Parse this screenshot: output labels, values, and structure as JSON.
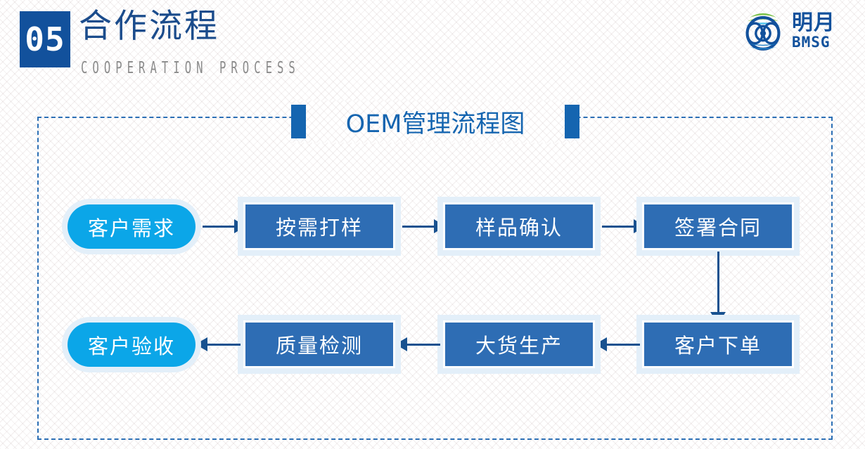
{
  "header": {
    "number": "05",
    "title": "合作流程",
    "subtitle": "COOPERATION PROCESS",
    "accent_color": "#12519C"
  },
  "logo": {
    "name_cn": "明月",
    "name_en": "BMSG",
    "mark_icon": "globe-rings-icon",
    "colors": {
      "blue": "#12519C",
      "mid_blue": "#1C7BC4",
      "light_blue": "#4FC3EC",
      "green": "#7CC24A"
    }
  },
  "flow": {
    "title": "OEM管理流程图",
    "title_color": "#1565B0",
    "panel_border_color": "#2C6FB5",
    "pill_color": "#0BA6E8",
    "rect_color": "#2E6DB4",
    "arrow_color": "#18518F",
    "nodes": [
      {
        "id": "n1",
        "label": "客户需求",
        "shape": "pill"
      },
      {
        "id": "n2",
        "label": "按需打样",
        "shape": "rect"
      },
      {
        "id": "n3",
        "label": "样品确认",
        "shape": "rect"
      },
      {
        "id": "n4",
        "label": "签署合同",
        "shape": "rect"
      },
      {
        "id": "n5",
        "label": "客户下单",
        "shape": "rect"
      },
      {
        "id": "n6",
        "label": "大货生产",
        "shape": "rect"
      },
      {
        "id": "n7",
        "label": "质量检测",
        "shape": "rect"
      },
      {
        "id": "n8",
        "label": "客户验收",
        "shape": "pill"
      }
    ],
    "edges": [
      {
        "from": "客户需求",
        "to": "按需打样",
        "direction": "right"
      },
      {
        "from": "按需打样",
        "to": "样品确认",
        "direction": "right"
      },
      {
        "from": "样品确认",
        "to": "签署合同",
        "direction": "right"
      },
      {
        "from": "签署合同",
        "to": "客户下单",
        "direction": "down"
      },
      {
        "from": "客户下单",
        "to": "大货生产",
        "direction": "left"
      },
      {
        "from": "大货生产",
        "to": "质量检测",
        "direction": "left"
      },
      {
        "from": "质量检测",
        "to": "客户验收",
        "direction": "left"
      }
    ]
  }
}
